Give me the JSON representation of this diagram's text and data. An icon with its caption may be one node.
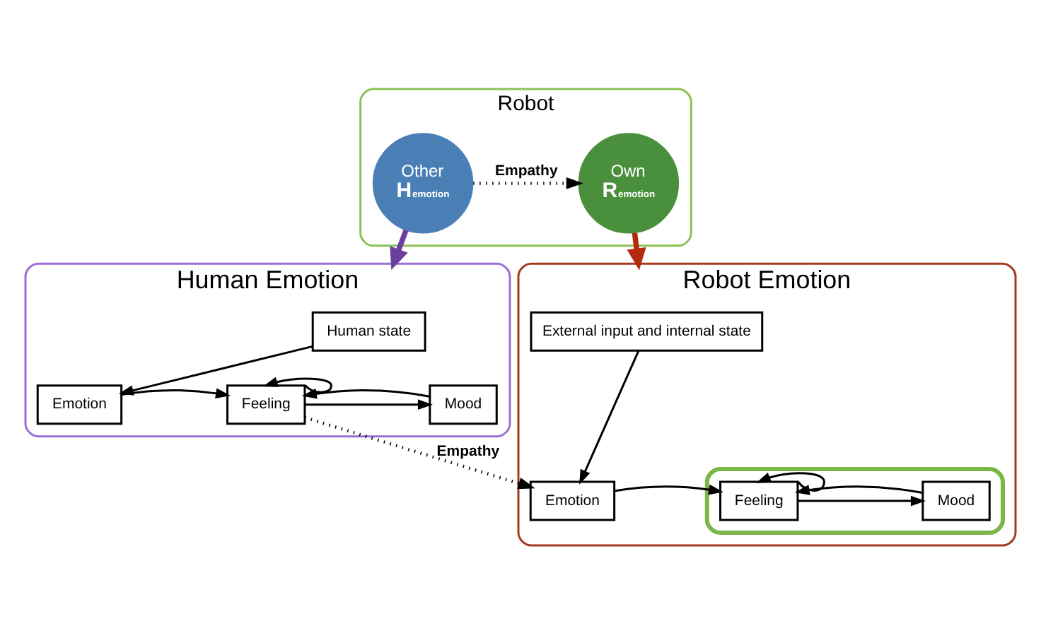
{
  "diagram": {
    "nodes": [
      {
        "text": [
          "Robot"
        ]
      },
      {
        "text": [
          "Other",
          "Hemotion"
        ],
        "in": 0
      },
      {
        "text": [
          "Own",
          "Remotion"
        ],
        "in": 0
      },
      {
        "text": [
          "Human Emotion"
        ]
      },
      {
        "text": [
          "Human state"
        ],
        "in": 3
      },
      {
        "text": [
          "Emotion"
        ],
        "in": 3
      },
      {
        "text": [
          "Feeling"
        ],
        "in": 3
      },
      {
        "text": [
          "Mood"
        ],
        "in": 3
      },
      {
        "text": [
          "Robot Emotion"
        ]
      },
      {
        "text": [
          "External input and internal state"
        ],
        "in": 8
      },
      {
        "text": [
          "Emotion"
        ],
        "in": 8
      },
      {
        "text": [],
        "shape": "box",
        "in": 8
      },
      {
        "text": [
          "Feeling"
        ],
        "in": 11
      },
      {
        "text": [
          "Mood"
        ],
        "in": 11
      }
    ],
    "edges": [
      {
        "from": 1,
        "to": 2,
        "arrow": "to",
        "label": "Empathy",
        "style": "dashed"
      },
      {
        "from": 1,
        "to": 3,
        "arrow": "to",
        "style": "thick",
        "color": "#6b3fa0"
      },
      {
        "from": 2,
        "to": 8,
        "arrow": "to",
        "style": "thick",
        "color": "#b5290f"
      },
      {
        "from": 4,
        "to": 5,
        "arrow": "to"
      },
      {
        "from": 5,
        "to": 6,
        "arrow": "to"
      },
      {
        "from": 6,
        "to": 6,
        "arrow": "to"
      },
      {
        "from": 6,
        "to": 7,
        "arrow": "to"
      },
      {
        "from": 7,
        "to": 6,
        "arrow": "to"
      },
      {
        "from": 9,
        "to": 10,
        "arrow": "to"
      },
      {
        "from": 10,
        "to": 12,
        "arrow": "to"
      },
      {
        "from": 12,
        "to": 12,
        "arrow": "to"
      },
      {
        "from": 12,
        "to": 13,
        "arrow": "to"
      },
      {
        "from": 13,
        "to": 12,
        "arrow": "to"
      },
      {
        "from": 6,
        "to": 10,
        "arrow": "to",
        "label": "Empathy",
        "style": "dashed"
      }
    ]
  }
}
